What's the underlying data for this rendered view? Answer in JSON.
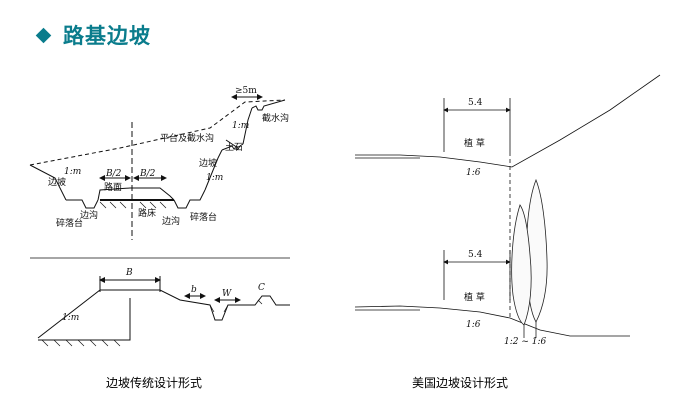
{
  "header": {
    "title": "路基边坡"
  },
  "traditional": {
    "caption": "边坡传统设计形式",
    "top_labels": {
      "berm_width": "≥5m",
      "platform_ditch": "平台及截水沟",
      "intercept_ditch": "截水沟",
      "soil_rock": "土石",
      "slope_right": "边坡",
      "slope_left": "边坡",
      "ratio_left": "1:m",
      "ratio_right": "1:m",
      "ratio_upper": "1:m",
      "half_b_left": "B/2",
      "half_b_right": "B/2",
      "pavement": "路面",
      "roadbed": "路床",
      "side_ditch_left": "边沟",
      "side_ditch_right": "边沟",
      "rockfall_left": "碎落台",
      "rockfall_right": "碎落台"
    },
    "bottom_labels": {
      "B": "B",
      "ratio": "1:m",
      "b": "b",
      "W": "W",
      "C": "C"
    }
  },
  "us": {
    "caption": "美国边坡设计形式",
    "top_width": "5.4",
    "top_grass": "植 草",
    "top_ratio": "1:6",
    "bottom_width": "5.4",
    "bottom_grass": "植 草",
    "bottom_ratio": "1:6",
    "bottom_ratio2": "1:2 ~ 1:6"
  }
}
